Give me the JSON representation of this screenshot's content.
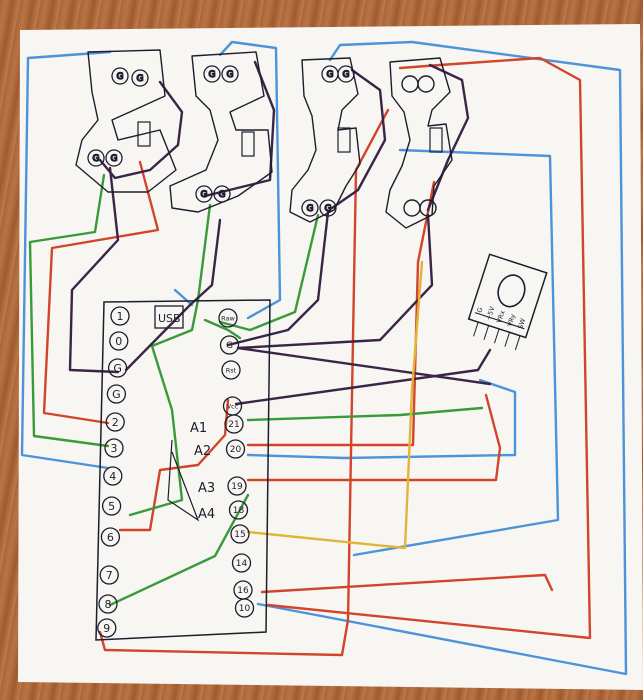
{
  "board": {
    "usb_label": "USB",
    "left_pins": [
      "1",
      "0",
      "G",
      "G",
      "2",
      "3",
      "4",
      "5",
      "6",
      "7",
      "8",
      "9"
    ],
    "right_pins": [
      "Raw",
      "G",
      "Rst",
      "Vcc",
      "21",
      "20",
      "19",
      "18",
      "15",
      "14",
      "16",
      "10"
    ],
    "analog_labels": [
      "A1",
      "A2",
      "A3",
      "A4"
    ]
  },
  "joystick": {
    "pins": [
      "G",
      "+5V",
      "VRx",
      "VRy",
      "SW"
    ]
  },
  "switches": {
    "pin_labels": [
      "G",
      "G",
      "G",
      "G",
      "G",
      "G",
      "G",
      "G",
      "G",
      "G",
      "G",
      "G"
    ]
  },
  "colors": {
    "paper": "#f7f6f2",
    "pencil": "#1e1d2e",
    "blue": "#4d93d9",
    "red": "#d2452a",
    "green": "#3a9a3a",
    "purple": "#3b2546",
    "yellow": "#e2b43a"
  }
}
